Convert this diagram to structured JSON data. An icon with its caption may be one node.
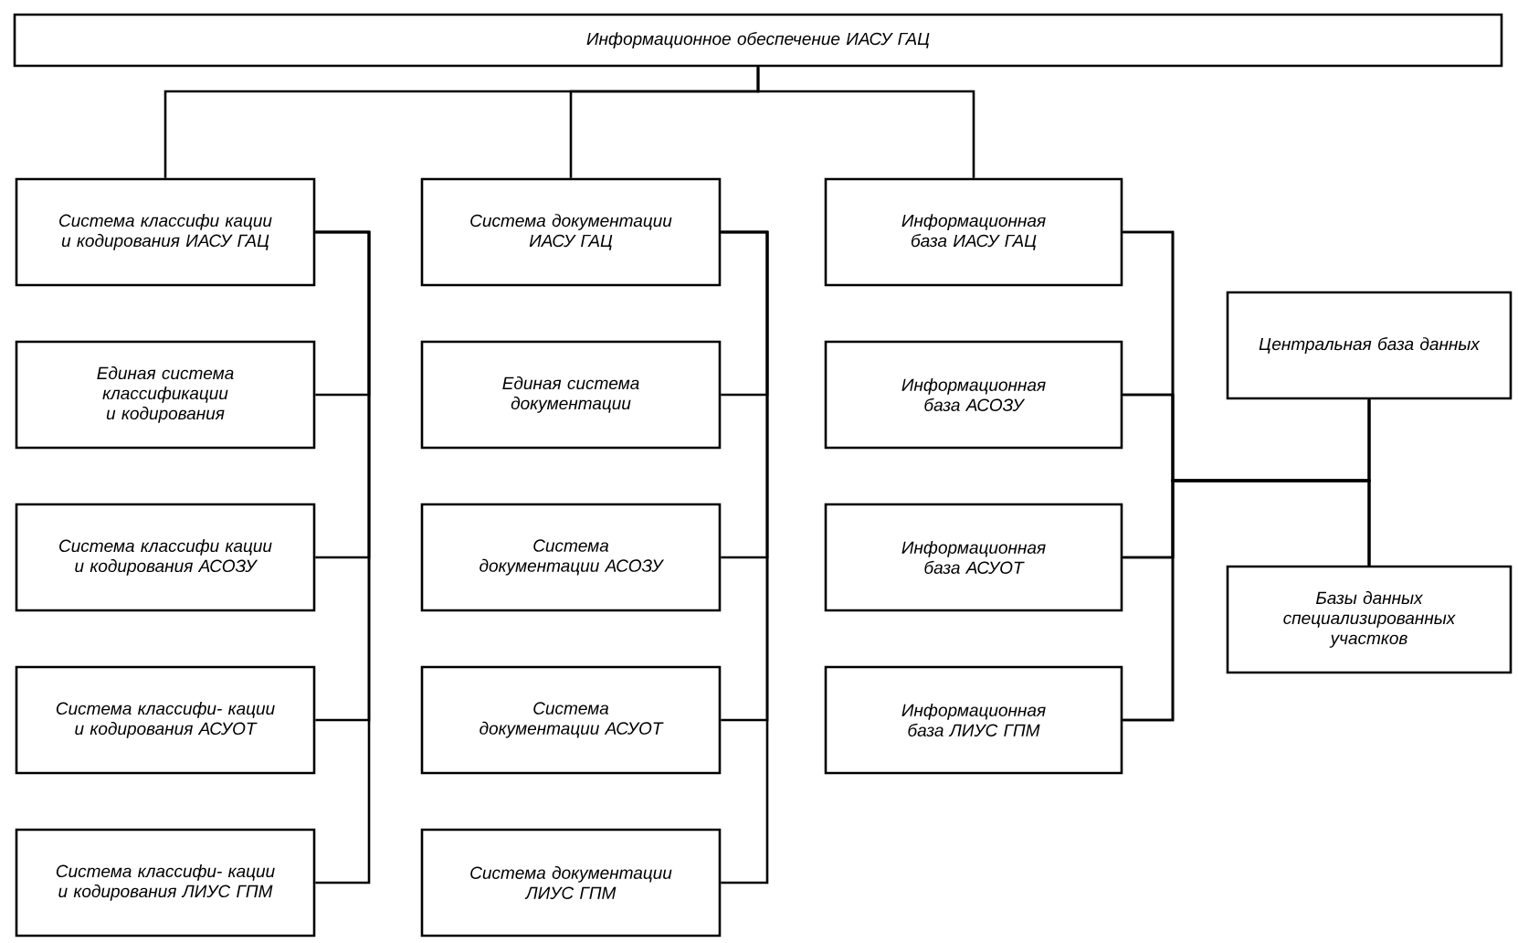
{
  "diagram": {
    "nodes": [
      {
        "text": [
          "Информационное обеспечение ИАСУ ГАЦ"
        ]
      },
      {
        "text": [
          "Система классифи кации и кодирования ИАСУ ГАЦ"
        ]
      },
      {
        "text": [
          "Единая система классификации и кодирования"
        ]
      },
      {
        "text": [
          "Система классифи кации и кодирования АСОЗУ"
        ]
      },
      {
        "text": [
          "Система классифи- кации и кодирования АСУОТ"
        ]
      },
      {
        "text": [
          "Система классифи- кации и кодирования ЛИУС ГПМ"
        ]
      },
      {
        "text": [
          "Система документации ИАСУ ГАЦ"
        ]
      },
      {
        "text": [
          "Единая система документации"
        ]
      },
      {
        "text": [
          "Система документации АСОЗУ"
        ]
      },
      {
        "text": [
          "Система документации АСУОТ"
        ]
      },
      {
        "text": [
          "Система документации ЛИУС ГПМ"
        ]
      },
      {
        "text": [
          "Информационная база ИАСУ ГАЦ"
        ]
      },
      {
        "text": [
          "Информационная база АСОЗУ"
        ]
      },
      {
        "text": [
          "Информационная база АСУОТ"
        ]
      },
      {
        "text": [
          "Информационная база ЛИУС ГПМ"
        ]
      },
      {
        "text": [
          "Центральная база данных"
        ]
      },
      {
        "text": [
          "Базы данных специализированных участков"
        ]
      }
    ],
    "edges": [
      {
        "from": 0,
        "to": 1,
        "arrow": "none"
      },
      {
        "from": 0,
        "to": 6,
        "arrow": "none"
      },
      {
        "from": 0,
        "to": 11,
        "arrow": "none"
      },
      {
        "from": 1,
        "to": 2,
        "arrow": "none"
      },
      {
        "from": 1,
        "to": 3,
        "arrow": "none"
      },
      {
        "from": 1,
        "to": 4,
        "arrow": "none"
      },
      {
        "from": 1,
        "to": 5,
        "arrow": "none"
      },
      {
        "from": 6,
        "to": 7,
        "arrow": "none"
      },
      {
        "from": 6,
        "to": 8,
        "arrow": "none"
      },
      {
        "from": 6,
        "to": 9,
        "arrow": "none"
      },
      {
        "from": 6,
        "to": 10,
        "arrow": "none"
      },
      {
        "from": 11,
        "to": 15,
        "arrow": "none"
      },
      {
        "from": 12,
        "to": 15,
        "arrow": "none"
      },
      {
        "from": 13,
        "to": 15,
        "arrow": "none"
      },
      {
        "from": 14,
        "to": 15,
        "arrow": "none"
      },
      {
        "from": 11,
        "to": 16,
        "arrow": "none"
      },
      {
        "from": 12,
        "to": 16,
        "arrow": "none"
      },
      {
        "from": 13,
        "to": 16,
        "arrow": "none"
      },
      {
        "from": 14,
        "to": 16,
        "arrow": "none"
      }
    ]
  }
}
